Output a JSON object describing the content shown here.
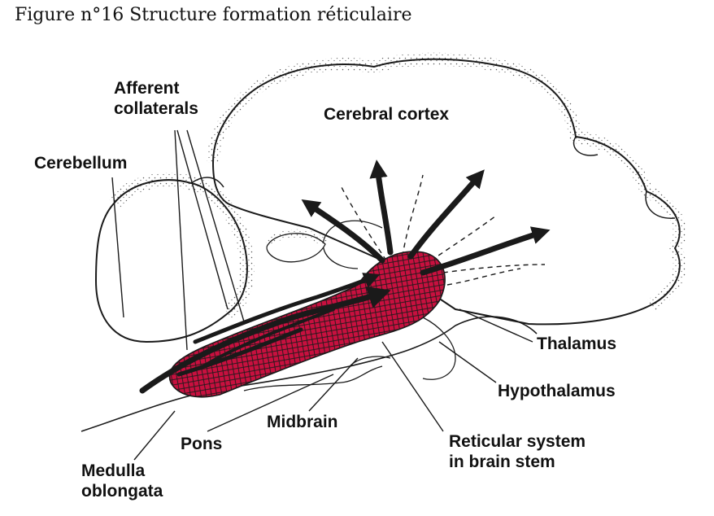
{
  "figure": {
    "title": "Figure n°16  Structure formation réticulaire"
  },
  "labels": {
    "afferent_line1": "Afferent",
    "afferent_line2": "collaterals",
    "cerebral_cortex": "Cerebral cortex",
    "cerebellum": "Cerebellum",
    "thalamus": "Thalamus",
    "hypothalamus": "Hypothalamus",
    "midbrain": "Midbrain",
    "pons": "Pons",
    "reticular_line1": "Reticular system",
    "reticular_line2": "in brain stem",
    "medulla_line1": "Medulla",
    "medulla_line2": "oblongata"
  },
  "colors": {
    "reticular_fill": "#c8103f",
    "outline": "#1a1a1a",
    "stipple": "#222222"
  }
}
